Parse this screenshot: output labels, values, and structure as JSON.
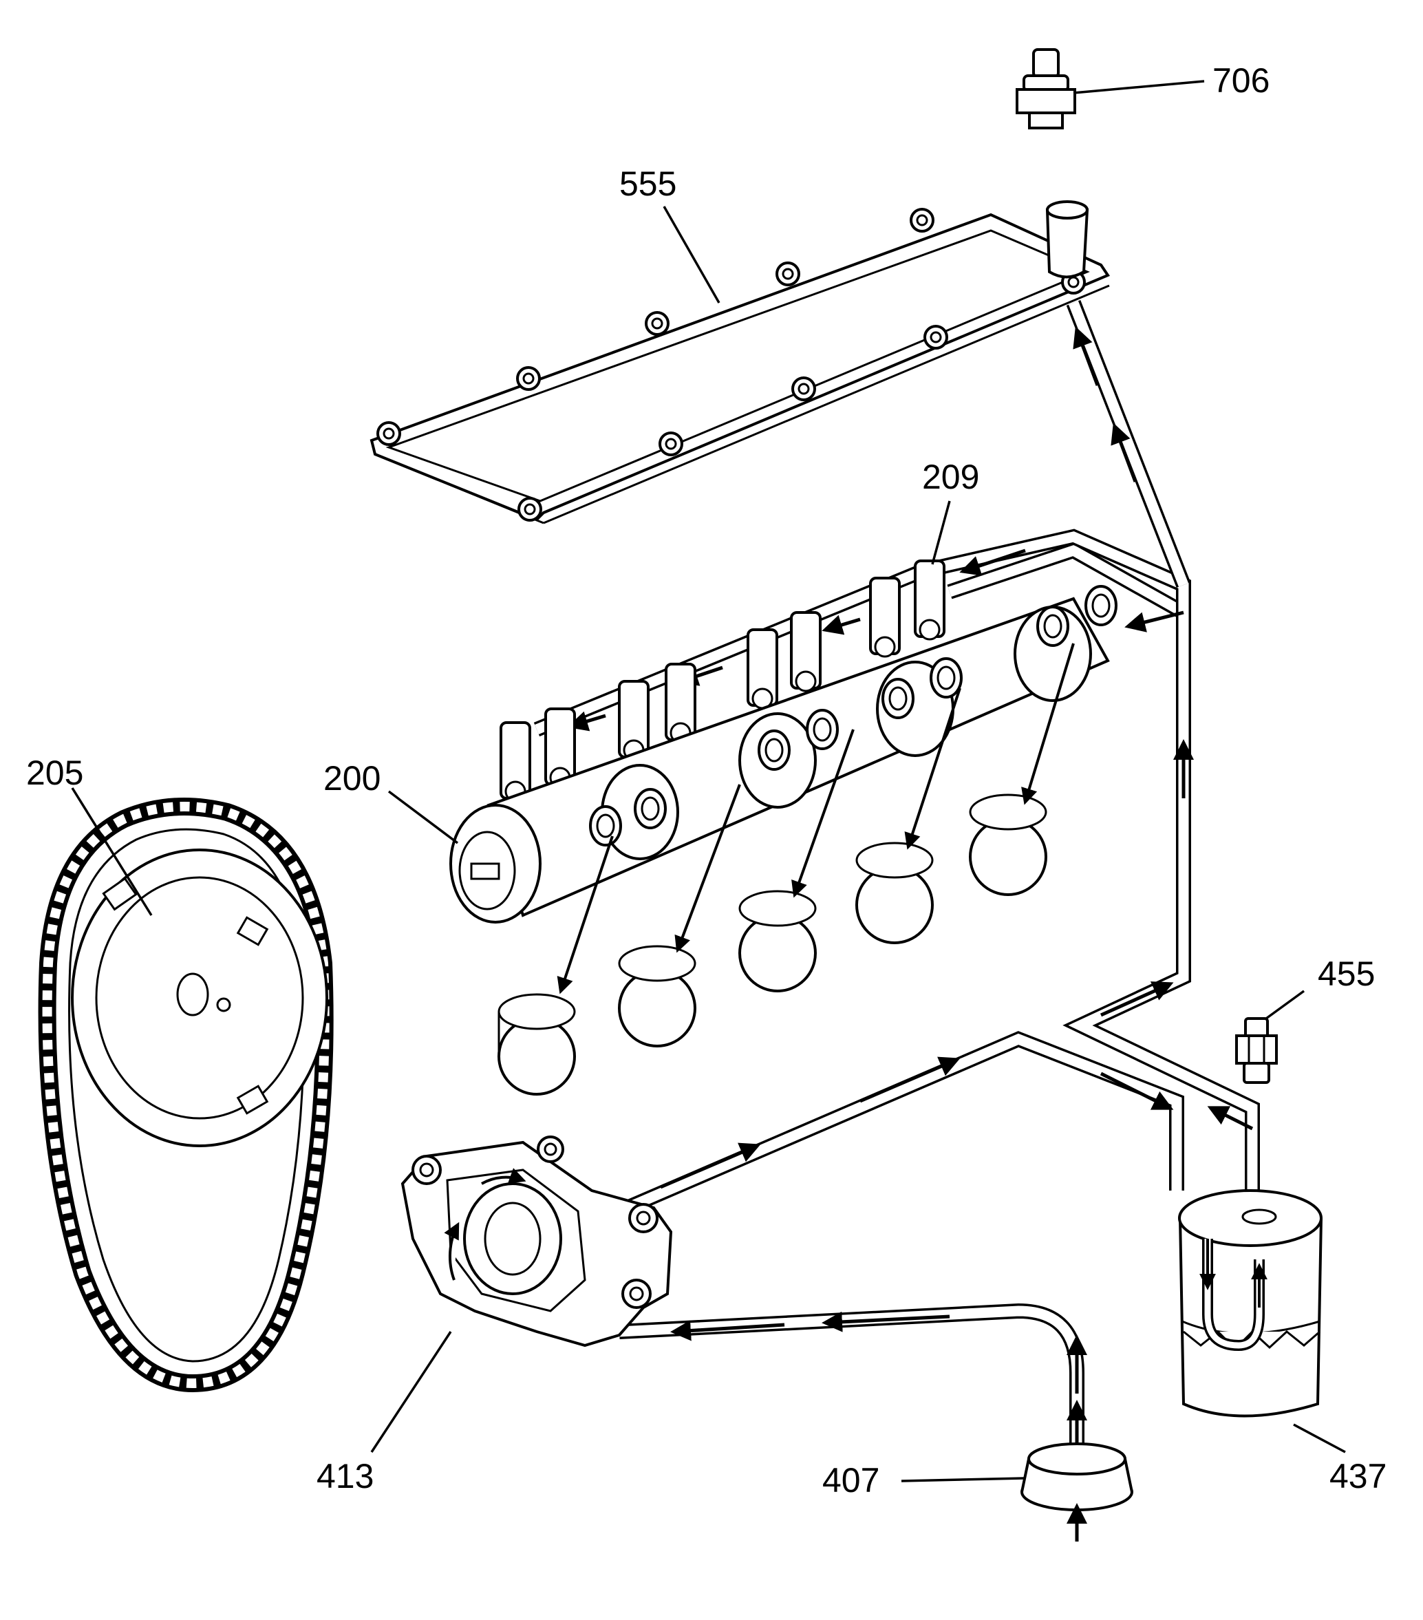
{
  "callouts": {
    "c706": "706",
    "c555": "555",
    "c209": "209",
    "c200": "200",
    "c205": "205",
    "c455": "455",
    "c413": "413",
    "c407": "407",
    "c437": "437"
  },
  "colors": {
    "line": "#000000",
    "background": "#ffffff"
  }
}
